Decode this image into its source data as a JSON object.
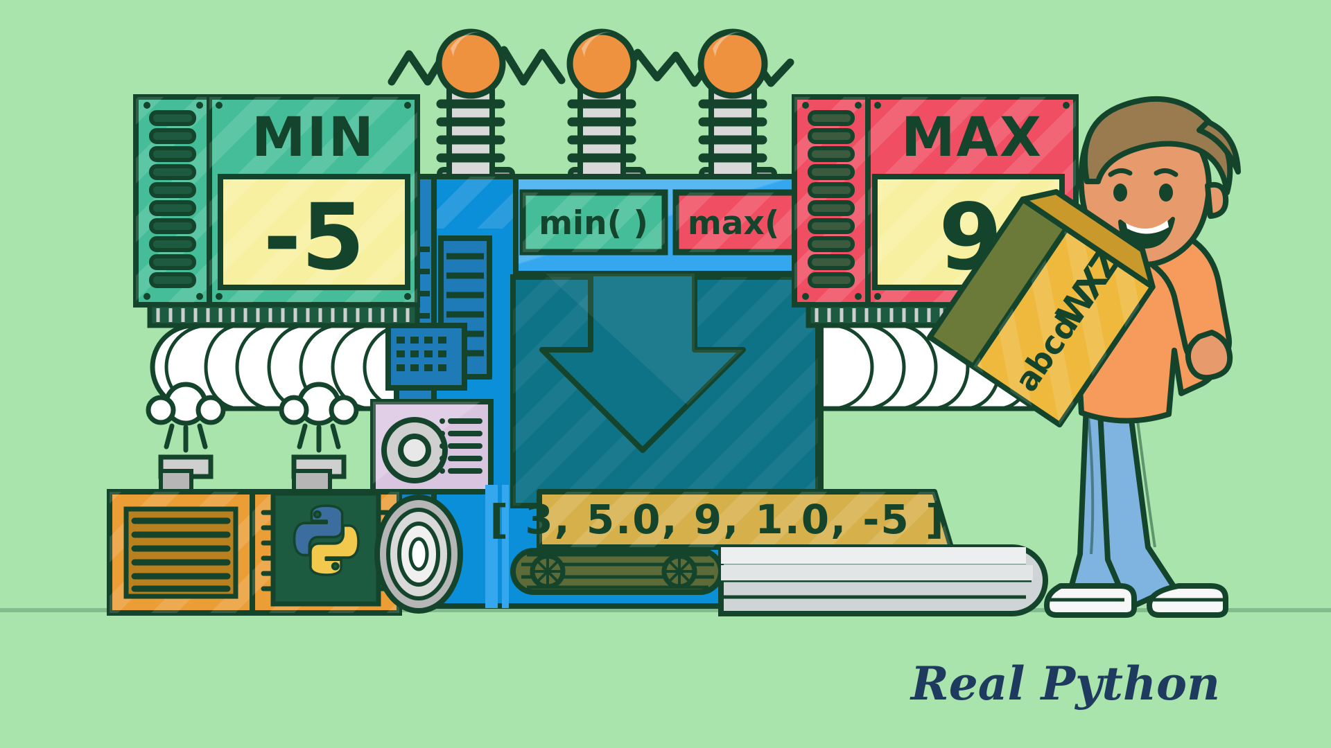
{
  "illustration": {
    "title": "Python min() and max() machine illustration",
    "background_color": "#a9e4ac",
    "outline_color": "#14452c"
  },
  "min_panel": {
    "heading": "MIN",
    "value": "-5",
    "panel_color": "#45bd98",
    "screen_color": "#f7f0a0",
    "text_color": "#14452c"
  },
  "max_panel": {
    "heading": "MAX",
    "value": "9",
    "panel_color": "#f04e63",
    "screen_color": "#f7f0a0",
    "text_color": "#14452c"
  },
  "function_buttons": [
    {
      "label": "min( )",
      "color": "#45bd98"
    },
    {
      "label": "max( )",
      "color": "#f04e63"
    }
  ],
  "list_display": {
    "value": "[ 3, 5.0, 9, 1.0, -5 ]",
    "plate_color": "#d6b04a",
    "text_color": "#14452c",
    "items": [
      "3",
      "5.0",
      "9",
      "1.0",
      "-5"
    ]
  },
  "carried_box": {
    "letters": [
      "a",
      "b",
      "c",
      "d",
      "W",
      "X",
      "Z"
    ],
    "box_color": "#eeb93c",
    "side_color": "#6b7a38"
  },
  "brand": {
    "name": "Real Python",
    "color": "#1e3a5f"
  },
  "machine": {
    "body_color": "#0c8fd9",
    "body_dark": "#0f7387",
    "arrow_color": "#0f7387",
    "python_logo": {
      "blue": "#3b6e9e",
      "yellow": "#f2c94c"
    },
    "lamp_color": "#ef9240",
    "spring_color": "#d9d9d9",
    "conveyor_color": "#cfd4d6",
    "orange_unit": "#eb9d36"
  },
  "character": {
    "skin": "#e79b6d",
    "shirt": "#f79b5c",
    "pants": "#7fb3e0",
    "hair": "#9a7b4f",
    "shoes": "#f2f2f2"
  }
}
